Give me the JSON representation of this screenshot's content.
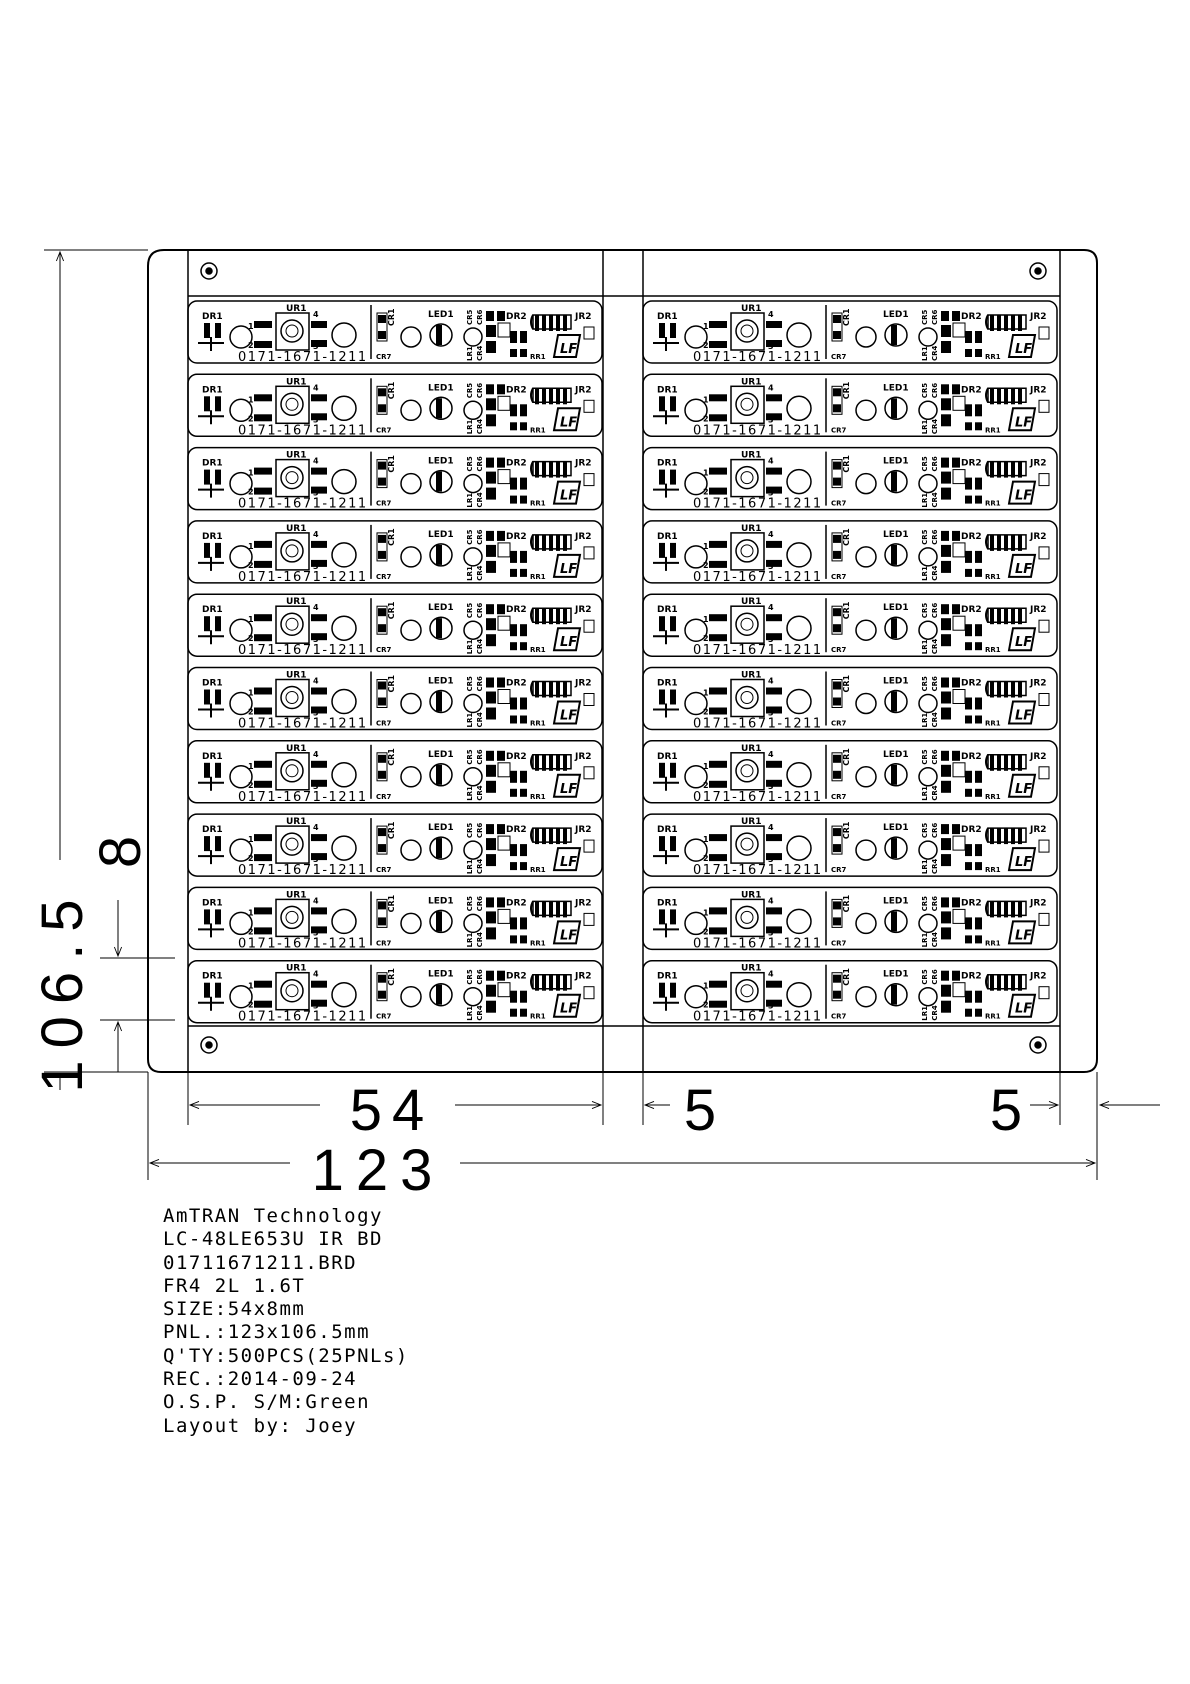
{
  "board": {
    "refs": {
      "dr1": "DR1",
      "ur1": "UR1",
      "cr1": "CR1",
      "cr7": "CR7",
      "led1": "LED1",
      "cr5": "CR5",
      "cr6": "CR6",
      "lr1": "LR1",
      "cr4": "CR4",
      "dr2": "DR2",
      "rr1": "RR1",
      "jr2": "JR2",
      "logo": "LF",
      "pin1": "1",
      "pin2": "2",
      "pin3": "3",
      "pin4": "4"
    },
    "part_number": "0171-1671-1211",
    "columns": 2,
    "rows": 10
  },
  "dimensions": {
    "board_width": "54",
    "gap_left": "5",
    "gap_right": "5",
    "panel_width": "123",
    "panel_height": "106.5",
    "board_height": "8"
  },
  "notes": [
    "AmTRAN Technology",
    "LC-48LE653U IR BD",
    "01711671211.BRD",
    "FR4 2L 1.6T",
    "SIZE:54x8mm",
    "PNL.:123x106.5mm",
    "Q'TY:500PCS(25PNLs)",
    "REC.:2014-09-24",
    "O.S.P. S/M:Green",
    "Layout by: Joey"
  ]
}
